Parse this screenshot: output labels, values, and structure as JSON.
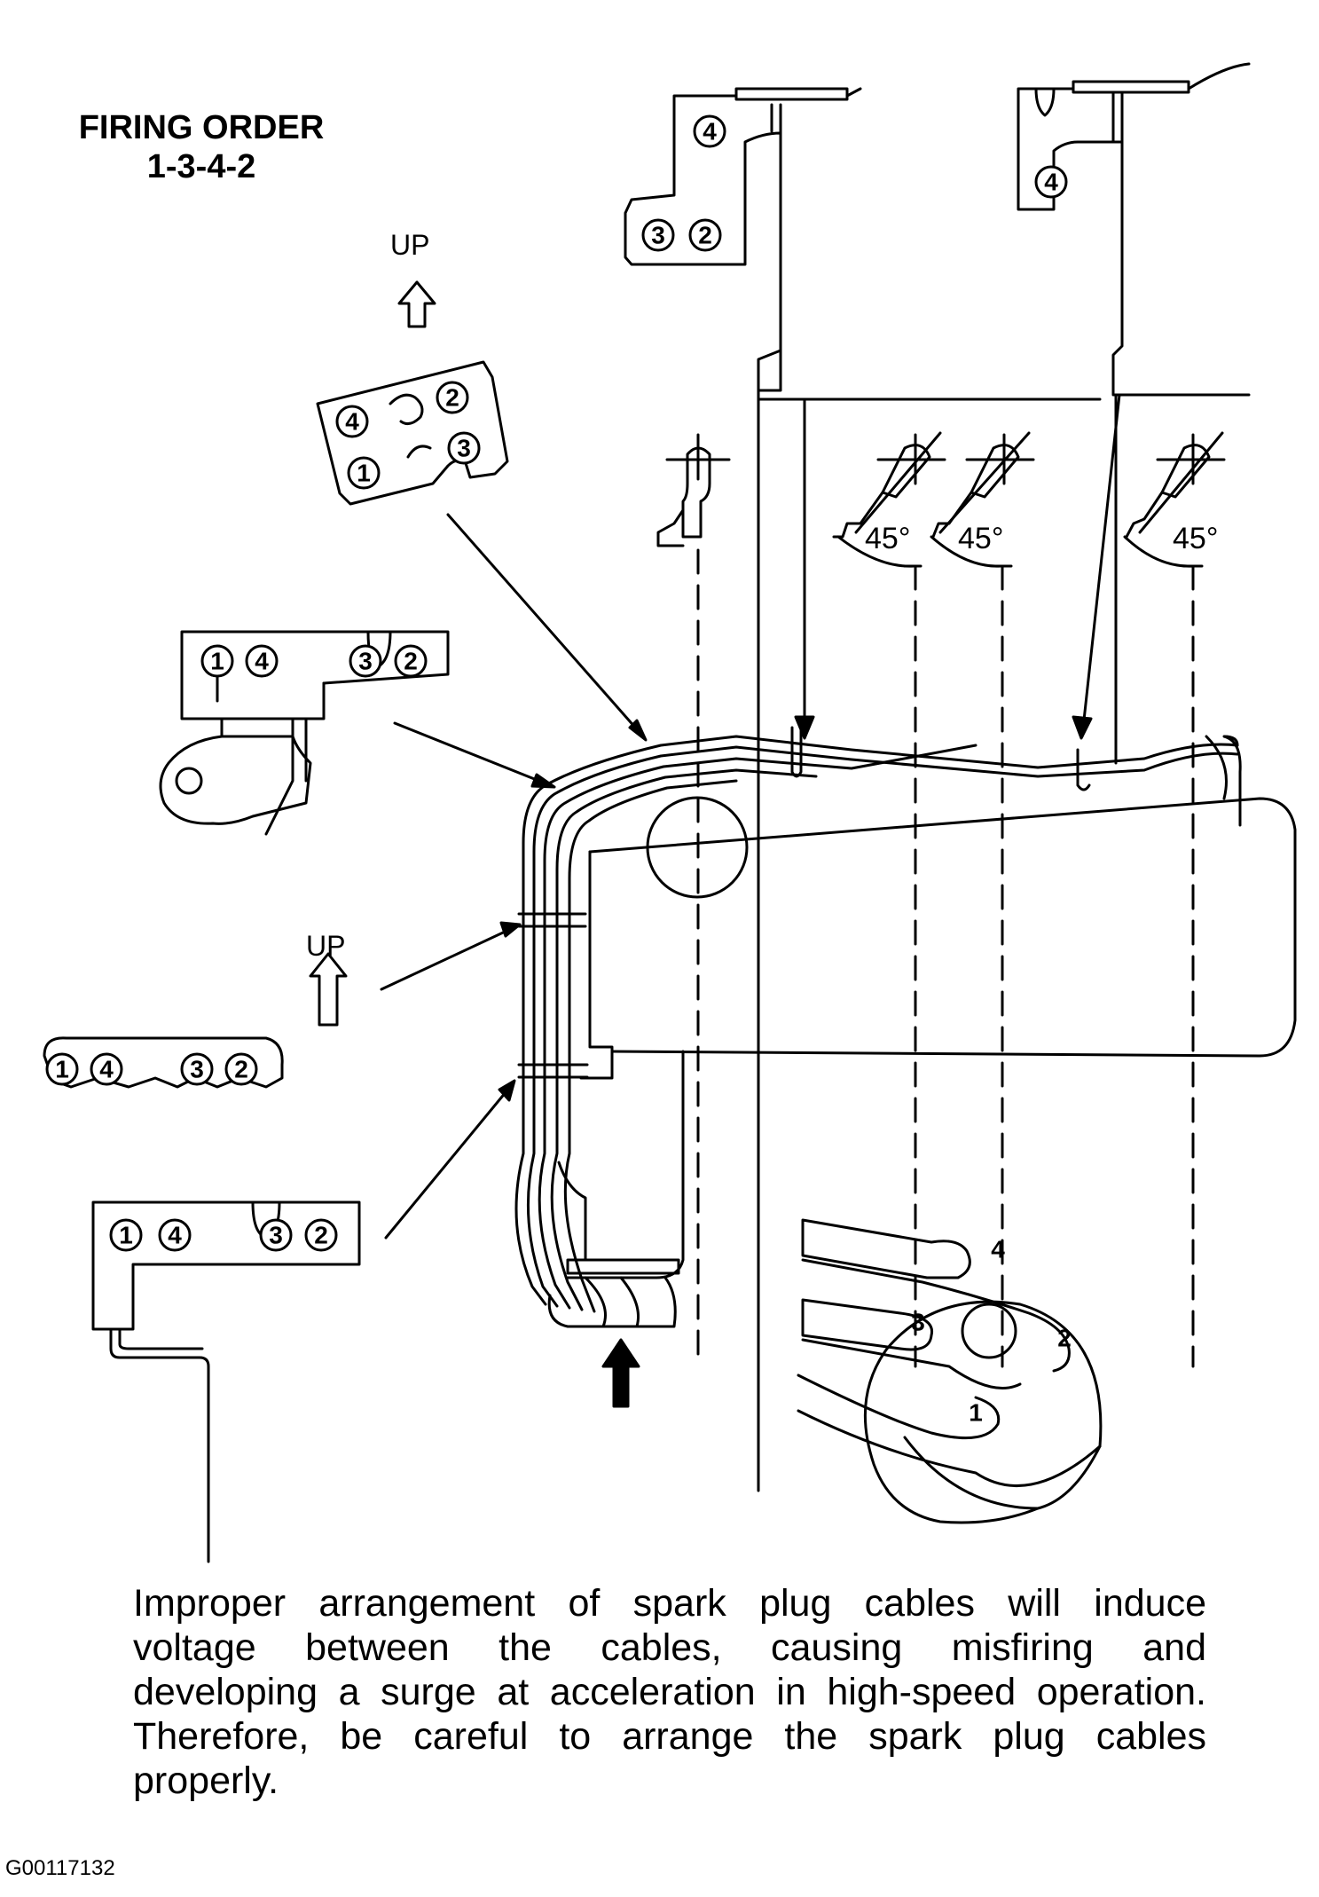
{
  "firing_order": {
    "title": "FIRING ORDER",
    "sequence": "1-3-4-2"
  },
  "direction_labels": {
    "up_top": "UP",
    "up_lower": "UP"
  },
  "angle_labels": [
    "45°",
    "45°",
    "45°"
  ],
  "clamp_numbers": {
    "top_left_bracket": [
      "4",
      "3",
      "2"
    ],
    "top_right_bracket": [
      "4"
    ],
    "separator_upper": [
      "4",
      "2",
      "1",
      "3"
    ],
    "bracket_left": [
      "1",
      "4",
      "3",
      "2"
    ],
    "separator_lower": [
      "1",
      "4",
      "3",
      "2"
    ],
    "bracket_bottom": [
      "1",
      "4",
      "3",
      "2"
    ],
    "distributor_cap": [
      "4",
      "3",
      "2",
      "1"
    ]
  },
  "caption_lines": [
    "Improper arrangement of spark plug cables will induce",
    "voltage between the cables, causing misfiring and",
    "developing a surge at acceleration in high-speed operation.",
    "Therefore, be careful to arrange the spark plug cables",
    "properly."
  ],
  "figure_id": "G00117132"
}
